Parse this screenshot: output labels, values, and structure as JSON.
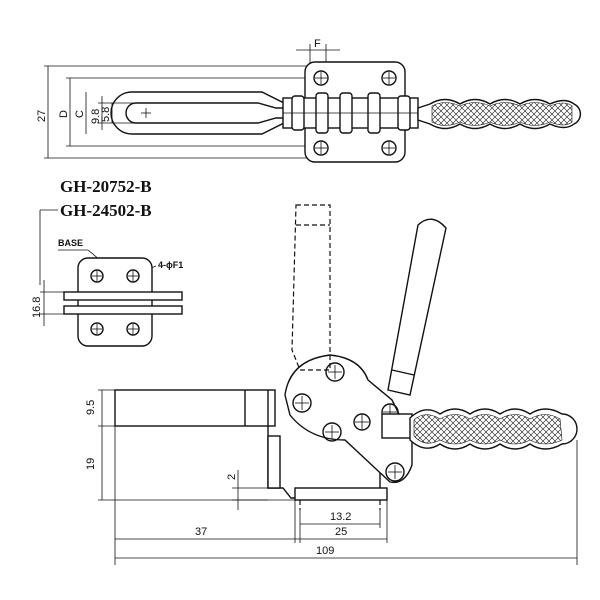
{
  "models": [
    "GH-20752-B",
    "GH-24502-B"
  ],
  "base_label": "BASE",
  "hole_label": "4-ϕF1",
  "top_view_dims": {
    "overall": "27",
    "d": "D",
    "c": "C",
    "slot_outer": "9.8",
    "slot_inner": "5.8",
    "f": "F"
  },
  "base_dim": "16.8",
  "side_dims": {
    "bar": "9.5",
    "height": "19",
    "gap": "2",
    "hole_spacing": "13.2",
    "base_length": "25",
    "reach": "37",
    "total_length": "109"
  }
}
